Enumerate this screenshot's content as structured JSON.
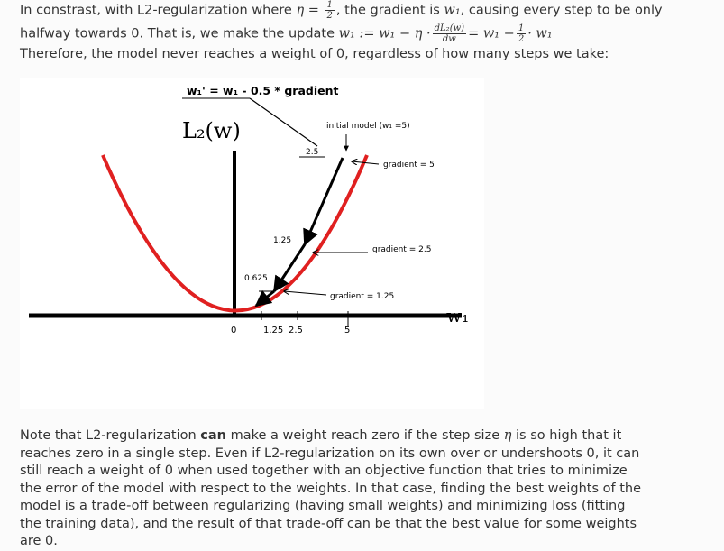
{
  "intro": {
    "line1_a": "In constrast, with L2-regularization where ",
    "eta": "η",
    "eq": " = ",
    "half_num": "1",
    "half_den": "2",
    "line1_b": ", the gradient is ",
    "w1": "w₁",
    "line1_c": ", causing every step to be only",
    "line2_a": "halfway towards 0. That is, we make the update ",
    "update_lhs": "w₁ := w₁ − η ·",
    "deriv_num": "dL₂(w)",
    "deriv_den": "dw",
    "update_mid": "= w₁ −",
    "update_rhs": "· w₁",
    "line3": "Therefore, the model never reaches a weight of 0, regardless of how many steps we take:"
  },
  "figure": {
    "update_rule_label": "w₁' = w₁ - 0.5 * gradient",
    "function_label": "L₂(w)",
    "axis_label": "w₁",
    "initial_model_label": "initial model (w₁ =5)",
    "gradient_labels": [
      "gradient = 5",
      "gradient = 2.5",
      "gradient = 1.25"
    ],
    "step_labels": [
      "2.5",
      "1.25",
      "0.625"
    ],
    "ticks": [
      "0",
      "1.25",
      "2.5",
      "5"
    ],
    "colors": {
      "curve": "#e02020",
      "axes": "#000000"
    }
  },
  "note": {
    "t1": "Note that L2-regularization ",
    "bold": "can",
    "t2": " make a weight reach zero if the step size ",
    "eta": "η",
    "t3": " is so high that it reaches zero in a single step. Even if L2-regularization on its own over or undershoots 0, it can still reach a weight of 0 when used together with an objective function that tries to minimize the error of the model with respect to the weights. In that case, finding the best weights of the model is a trade-off between regularizing (having small weights) and minimizing loss (fitting the training data), and the result of that trade-off can be that the best value for some weights are 0."
  }
}
